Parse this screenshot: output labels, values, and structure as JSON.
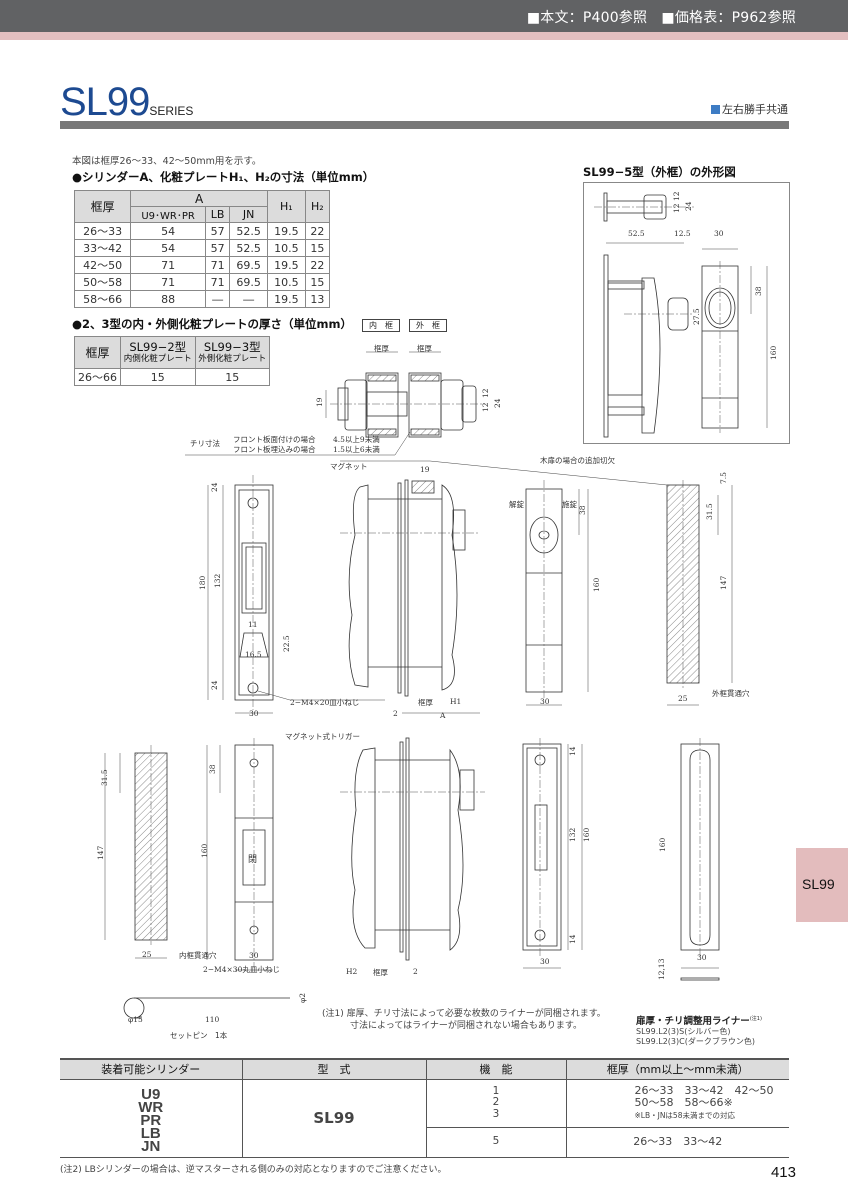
{
  "header": {
    "refs": "■本文：P400参照　■価格表：P962参照",
    "title_main": "SL99",
    "title_sub": "SERIES",
    "lr_note": "左右勝手共通"
  },
  "colors": {
    "top_bar": "#616264",
    "pink_bar": "#e3bfc0",
    "title_blue": "#1d4a91",
    "accent_square": "#3d7cc4",
    "side_tab": "#e3bcbd"
  },
  "intro_note": "本図は框厚26〜33、42〜50mm用を示す。",
  "table1": {
    "heading": "●シリンダーA、化粧プレートH₁、H₂の寸法（単位mm）",
    "col_frame": "框厚",
    "col_A": "A",
    "sub_cols": [
      "U9･WR･PR",
      "LB",
      "JN"
    ],
    "col_H1": "H₁",
    "col_H2": "H₂",
    "rows": [
      [
        "26〜33",
        "54",
        "57",
        "52.5",
        "19.5",
        "22"
      ],
      [
        "33〜42",
        "54",
        "57",
        "52.5",
        "10.5",
        "15"
      ],
      [
        "42〜50",
        "71",
        "71",
        "69.5",
        "19.5",
        "22"
      ],
      [
        "50〜58",
        "71",
        "71",
        "69.5",
        "10.5",
        "15"
      ],
      [
        "58〜66",
        "88",
        "―",
        "―",
        "19.5",
        "13"
      ]
    ]
  },
  "table2": {
    "heading": "●2、3型の内・外側化粧プレートの厚さ（単位mm）",
    "col_frame": "框厚",
    "col_2": "SL99−2型",
    "col_2_sub": "内側化粧プレート",
    "col_3": "SL99−3型",
    "col_3_sub": "外側化粧プレート",
    "rows": [
      [
        "26〜66",
        "15",
        "15"
      ]
    ]
  },
  "section_diagram": {
    "inner_frame": "内　框",
    "outer_frame": "外　框",
    "frame_thickness": "框厚",
    "dim_19": "19",
    "dim_12a": "12",
    "dim_12b": "12",
    "dim_24": "24",
    "chiri_label": "チリ寸法",
    "chiri_1": "フロント板面付けの場合",
    "chiri_1_val": "4.5以上9未満",
    "chiri_2": "フロント板埋込みの場合",
    "chiri_2_val": "1.5以上6未満"
  },
  "sl5": {
    "title": "SL99−5型（外框）の外形図",
    "dims": {
      "d12a": "12",
      "d12b": "12",
      "d24": "24",
      "d52_5": "52.5",
      "d12_5": "12.5",
      "d30": "30",
      "d38": "38",
      "d27_5": "27.5",
      "d160": "160"
    }
  },
  "mid_row": {
    "front_plate": {
      "d24_top": "24",
      "d180": "180",
      "d132": "132",
      "d11": "11",
      "d22_5": "22.5",
      "d16_5": "16.5",
      "d24_bot": "24",
      "d30": "30",
      "screw": "2−M4×20皿小ねじ"
    },
    "side": {
      "magnet": "マグネット",
      "d19": "19",
      "d2": "2",
      "frame": "框厚",
      "h1": "H1",
      "a": "A"
    },
    "cut_note": "木扉の場合の追加切欠",
    "outer_cyl": {
      "unlock": "解錠",
      "lock": "施錠",
      "d38": "38",
      "d160": "160",
      "d30": "30"
    },
    "outer_hole": {
      "d7_5": "7.5",
      "d31_5": "31.5",
      "d147": "147",
      "d25": "25",
      "label": "外框貫通穴"
    }
  },
  "lower_row": {
    "inner_hole": {
      "d31_5": "31.5",
      "d147": "147",
      "d25": "25",
      "label": "内框貫通穴"
    },
    "inner_plate": {
      "d38": "38",
      "d160": "160",
      "d30": "30",
      "mark": "閉",
      "screw": "2−M4×30丸皿小ねじ"
    },
    "side": {
      "trigger": "マグネット式トリガー",
      "h2": "H2",
      "frame": "框厚",
      "d2": "2"
    },
    "strike": {
      "d14a": "14",
      "d132": "132",
      "d160": "160",
      "d14b": "14",
      "d30": "30"
    },
    "liner_fig": {
      "d160": "160",
      "d30": "30",
      "thk": "12,13"
    },
    "set_pin": {
      "d15": "φ15",
      "d110": "110",
      "d2": "φ2",
      "label": "セットピン　1本"
    }
  },
  "note1": [
    "(注1) 扉厚、チリ寸法によって必要な枚数のライナーが同梱されます。",
    "寸法によってはライナーが同梱されない場合もあります。"
  ],
  "liner": {
    "title": "扉厚・チリ調整用ライナー",
    "sup": "(注1)",
    "codes": [
      "SL99.L2(3)S(シルバー色)",
      "SL99.L2(3)C(ダークブラウン色)"
    ]
  },
  "bottom_table": {
    "headers": [
      "装着可能シリンダー",
      "型　式",
      "機　能",
      "框厚（mm以上〜mm未満）"
    ],
    "cylinders": [
      "U9",
      "WR",
      "PR",
      "LB",
      "JN"
    ],
    "model": "SL99",
    "rows": [
      {
        "functions": [
          "1",
          "2",
          "3"
        ],
        "ranges": [
          "26〜33　33〜42　42〜50",
          "50〜58　58〜66※"
        ],
        "footnote": "※LB・JNは58未満までの対応"
      },
      {
        "functions": [
          "5"
        ],
        "ranges": [
          "26〜33　33〜42"
        ]
      }
    ]
  },
  "note2": "(注2) LBシリンダーの場合は、逆マスターされる側のみの対応となりますのでご注意ください。",
  "side_tab": "SL99",
  "page_number": "413"
}
